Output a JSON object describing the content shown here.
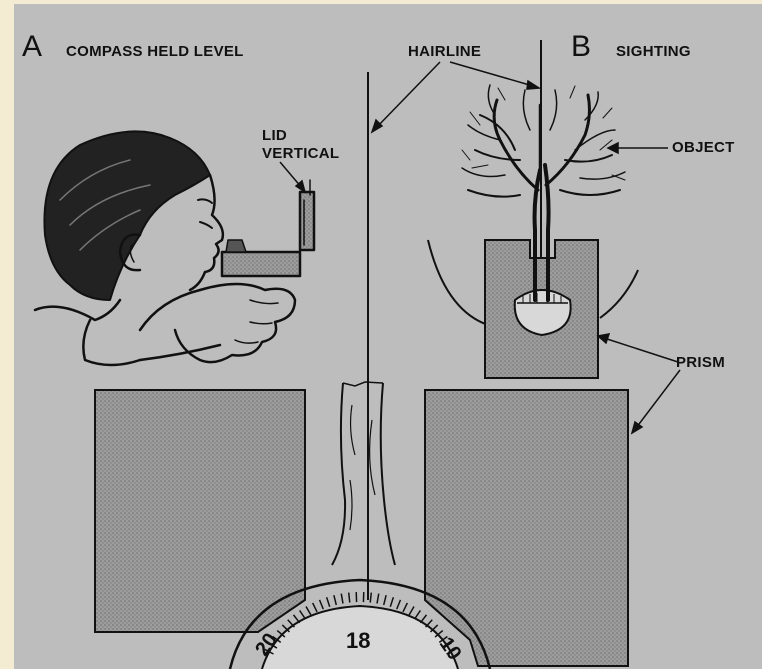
{
  "labels": {
    "section_a_letter": "A",
    "section_a_caption": "COMPASS HELD LEVEL",
    "hairline": "HAIRLINE",
    "section_b_letter": "B",
    "section_b_caption": "SIGHTING",
    "lid_line1": "LID",
    "lid_line2": "VERTICAL",
    "object": "OBJECT",
    "prism": "PRISM"
  },
  "scale": {
    "center_value": "18",
    "left_value": "20",
    "right_value": "10"
  },
  "colors": {
    "background": "#bdbdbd",
    "ink": "#111111",
    "stipple": "#8f8f8f"
  }
}
